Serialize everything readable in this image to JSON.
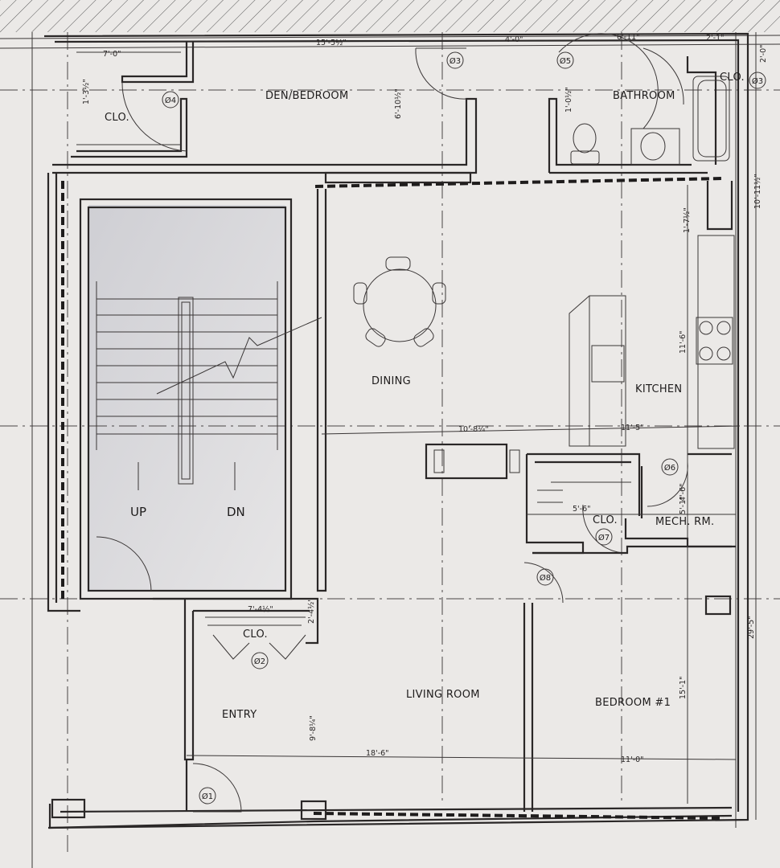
{
  "rooms": {
    "clo_den": "CLO.",
    "den_bedroom": "DEN/BEDROOM",
    "bathroom": "BATHROOM",
    "clo_bath": "CLO.",
    "dining": "DINING",
    "kitchen": "KITCHEN",
    "stair_up": "UP",
    "stair_dn": "DN",
    "clo_kitchen": "CLO.",
    "mech_rm": "MECH. RM.",
    "clo_entry": "CLO.",
    "entry": "ENTRY",
    "living_room": "LIVING ROOM",
    "bedroom_1": "BEDROOM #1"
  },
  "door_tags": {
    "d04": "Ø4",
    "d03a": "Ø3",
    "d05": "Ø5",
    "d03b": "Ø3",
    "d06": "Ø6",
    "d07": "Ø7",
    "d08": "Ø8",
    "d02": "Ø2",
    "d01": "Ø1"
  },
  "dimensions": {
    "clo_width": "7'-0\"",
    "den_width": "15'-5½\"",
    "bath_door": "4'-0\"",
    "bath_width": "6'-11\"",
    "bath_clo": "2'-1\"",
    "bath_clo_depth": "2'-0\"",
    "clo_depth": "1'-3½\"",
    "den_depth": "6'-10½\"",
    "bath_wall": "1'-0½\"",
    "right_upper": "10'-11½\"",
    "kitchen_offset": "1'-7½\"",
    "kitchen_depth": "11'-6\"",
    "dining_width": "10'-8¼\"",
    "kitchen_width": "11'-5\"",
    "clo_kitchen_width": "5'-6\"",
    "mech_width": "5'-1\"",
    "mech_depth": "4'-6\"",
    "clo_entry_width": "7'-4½\"",
    "clo_entry_depth": "2'-4½\"",
    "entry_depth": "9'-8¼\"",
    "living_width": "18'-6\"",
    "bedroom_width": "11'-0\"",
    "bedroom_depth": "15'-1\"",
    "overall_depth": "29'-5\""
  }
}
